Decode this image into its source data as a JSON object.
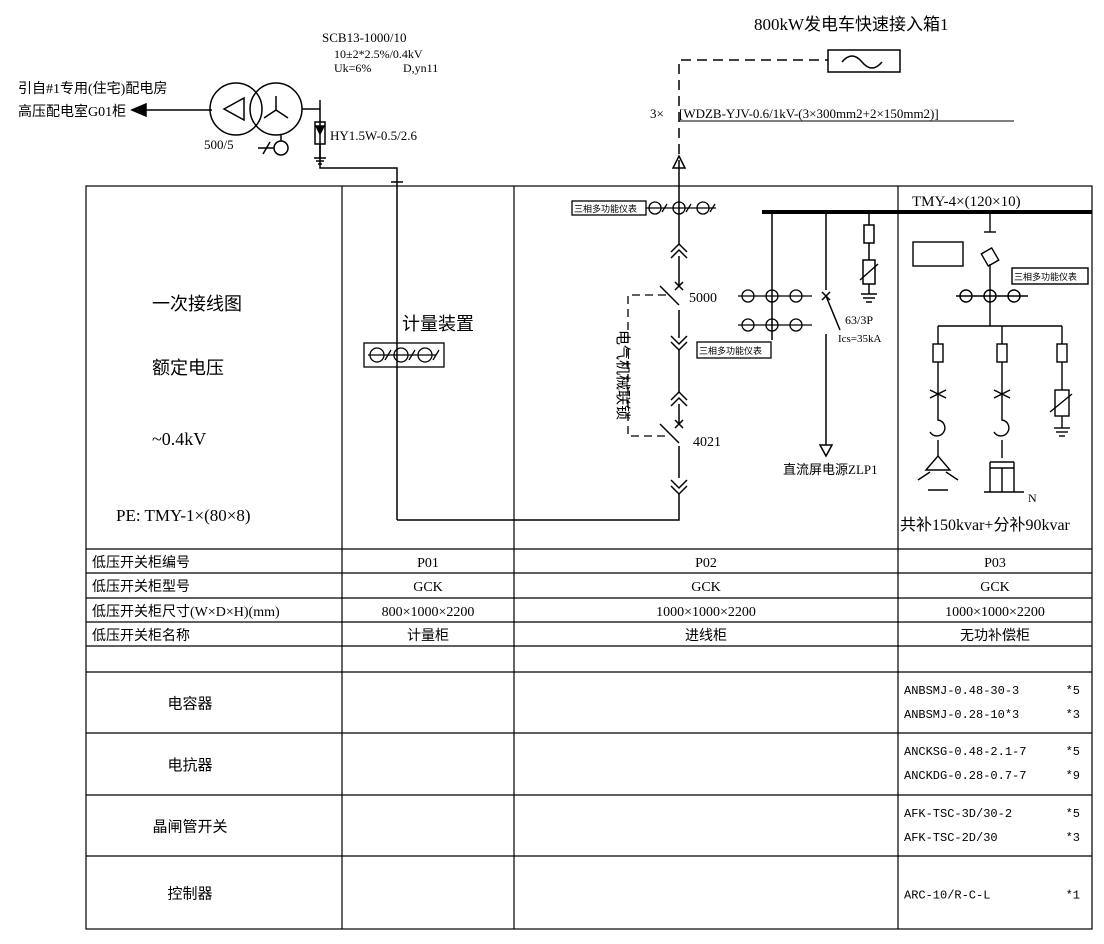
{
  "header": {
    "transformer_model": "SCB13-1000/10",
    "transformer_ratio": "10±2*2.5%/0.4kV",
    "transformer_uk": "Uk=6%",
    "transformer_group": "D,yn11",
    "source_line1": "引自#1专用(住宅)配电房",
    "source_line2": "高压配电室G01柜",
    "ct_ratio": "500/5",
    "arrester": "HY1.5W-0.5/2.6",
    "generator_box": "800kW发电车快速接入箱1",
    "cable_prefix": "3×",
    "cable_spec": "[WDZB-YJV-0.6/1kV-(3×300mm2+2×150mm2)]"
  },
  "diagram_labels": {
    "left_line1": "一次接线图",
    "left_line2": "额定电压",
    "left_line3": "~0.4kV",
    "left_pe": "PE: TMY-1×(80×8)",
    "metering": "计量装置",
    "meter_p02_top": "三相多功能仪表",
    "meter_p02_mid": "三相多功能仪表",
    "meter_p03": "三相多功能仪表",
    "breaker_upper": "5000",
    "breaker_lower": "4021",
    "interlock": "电气机械联锁",
    "mccb_rating": "63/3P",
    "mccb_ics": "Ics=35kA",
    "dc_supply": "直流屏电源ZLP1",
    "busbar": "TMY-4×(120×10)",
    "comp_summary": "共补150kvar+分补90kvar",
    "neutral": "N"
  },
  "table": {
    "rows": [
      {
        "label": "低压开关柜编号",
        "p01": "P01",
        "p02": "P02",
        "p03": "P03"
      },
      {
        "label": "低压开关柜型号",
        "p01": "GCK",
        "p02": "GCK",
        "p03": "GCK"
      },
      {
        "label": "低压开关柜尺寸(W×D×H)(mm)",
        "p01": "800×1000×2200",
        "p02": "1000×1000×2200",
        "p03": "1000×1000×2200"
      },
      {
        "label": "低压开关柜名称",
        "p01": "计量柜",
        "p02": "进线柜",
        "p03": "无功补偿柜"
      }
    ],
    "components": [
      {
        "label": "电容器",
        "items": [
          {
            "model": "ANBSMJ-0.48-30-3",
            "qty": "*5"
          },
          {
            "model": "ANBSMJ-0.28-10*3",
            "qty": "*3"
          }
        ]
      },
      {
        "label": "电抗器",
        "items": [
          {
            "model": "ANCKSG-0.48-2.1-7",
            "qty": "*5"
          },
          {
            "model": "ANCKDG-0.28-0.7-7",
            "qty": "*9"
          }
        ]
      },
      {
        "label": "晶闸管开关",
        "items": [
          {
            "model": "AFK-TSC-3D/30-2",
            "qty": "*5"
          },
          {
            "model": "AFK-TSC-2D/30",
            "qty": "*3"
          }
        ]
      },
      {
        "label": "控制器",
        "items": [
          {
            "model": "ARC-10/R-C-L",
            "qty": "*1"
          }
        ]
      }
    ]
  }
}
